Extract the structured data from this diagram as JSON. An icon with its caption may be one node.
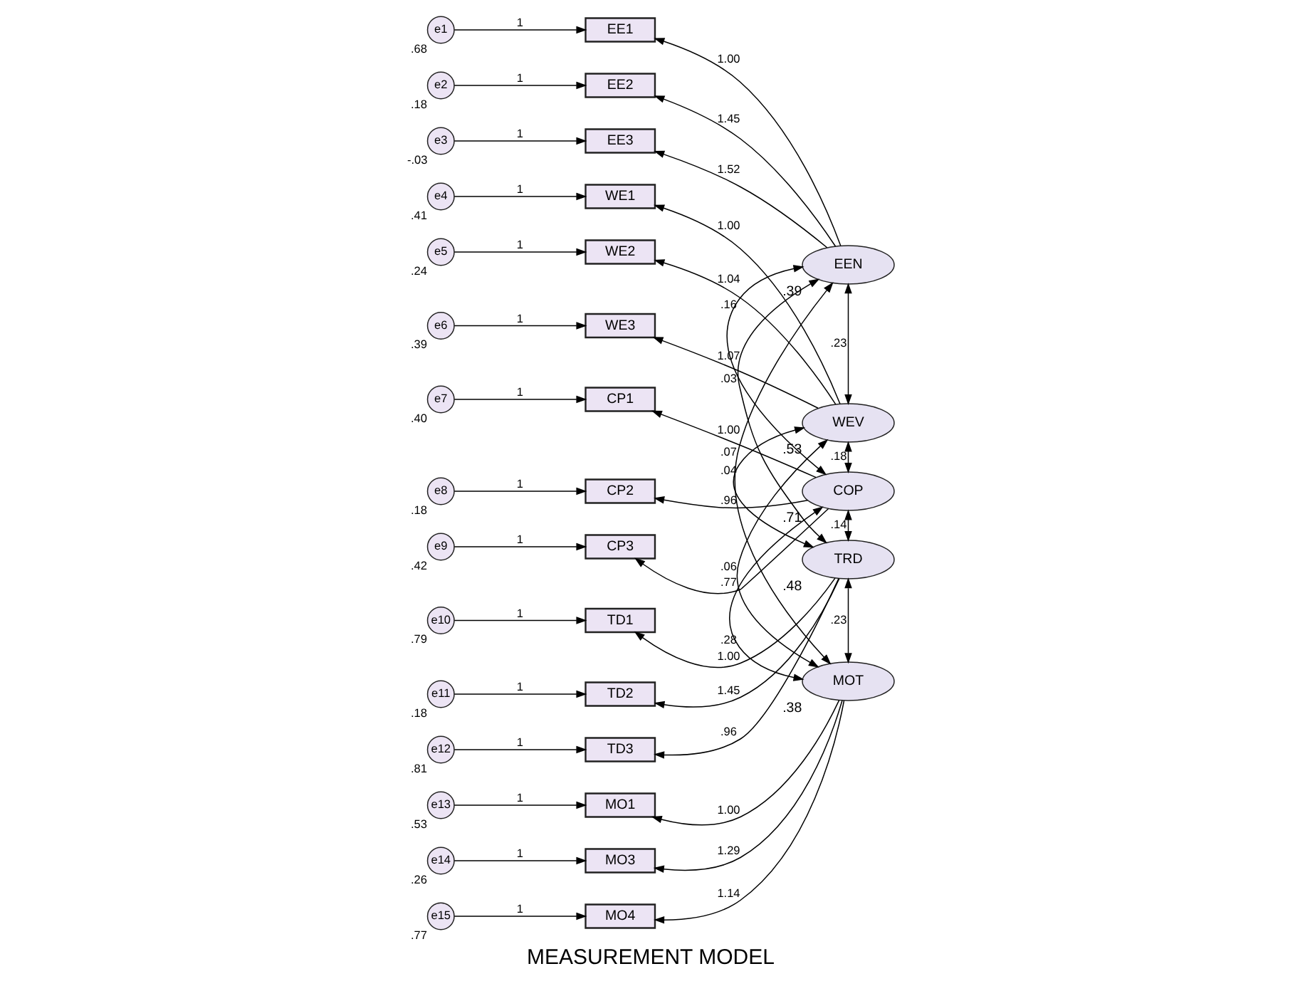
{
  "diagram": {
    "caption": "MEASUREMENT MODEL",
    "nodes": [
      {
        "text": [
          "e1"
        ],
        "beside": [
          ".68"
        ]
      },
      {
        "text": [
          "e2"
        ],
        "beside": [
          ".18"
        ]
      },
      {
        "text": [
          "e3"
        ],
        "beside": [
          "-.03"
        ]
      },
      {
        "text": [
          "e4"
        ],
        "beside": [
          ".41"
        ]
      },
      {
        "text": [
          "e5"
        ],
        "beside": [
          ".24"
        ]
      },
      {
        "text": [
          "e6"
        ],
        "beside": [
          ".39"
        ]
      },
      {
        "text": [
          "e7"
        ],
        "beside": [
          ".40"
        ]
      },
      {
        "text": [
          "e8"
        ],
        "beside": [
          ".18"
        ]
      },
      {
        "text": [
          "e9"
        ],
        "beside": [
          ".42"
        ]
      },
      {
        "text": [
          "e10"
        ],
        "beside": [
          ".79"
        ]
      },
      {
        "text": [
          "e11"
        ],
        "beside": [
          ".18"
        ]
      },
      {
        "text": [
          "e12"
        ],
        "beside": [
          ".81"
        ]
      },
      {
        "text": [
          "e13"
        ],
        "beside": [
          ".53"
        ]
      },
      {
        "text": [
          "e14"
        ],
        "beside": [
          ".26"
        ]
      },
      {
        "text": [
          "e15"
        ],
        "beside": [
          ".77"
        ]
      },
      {
        "text": [
          "EE1"
        ]
      },
      {
        "text": [
          "EE2"
        ]
      },
      {
        "text": [
          "EE3"
        ]
      },
      {
        "text": [
          "WE1"
        ]
      },
      {
        "text": [
          "WE2"
        ]
      },
      {
        "text": [
          "WE3"
        ]
      },
      {
        "text": [
          "CP1"
        ]
      },
      {
        "text": [
          "CP2"
        ]
      },
      {
        "text": [
          "CP3"
        ]
      },
      {
        "text": [
          "TD1"
        ]
      },
      {
        "text": [
          "TD2"
        ]
      },
      {
        "text": [
          "TD3"
        ]
      },
      {
        "text": [
          "MO1"
        ]
      },
      {
        "text": [
          "MO3"
        ]
      },
      {
        "text": [
          "MO4"
        ]
      },
      {
        "text": [
          "EEN"
        ],
        "beside": [
          ".39"
        ]
      },
      {
        "text": [
          "WEV"
        ],
        "beside": [
          ".53"
        ]
      },
      {
        "text": [
          "COP"
        ],
        "beside": [
          ".71"
        ]
      },
      {
        "text": [
          "TRD"
        ],
        "beside": [
          ".48"
        ]
      },
      {
        "text": [
          "MOT"
        ],
        "beside": [
          ".38"
        ]
      }
    ],
    "edges": [
      {
        "from": 0,
        "to": 15,
        "arrow": "to",
        "label": "1"
      },
      {
        "from": 1,
        "to": 16,
        "arrow": "to",
        "label": "1"
      },
      {
        "from": 2,
        "to": 17,
        "arrow": "to",
        "label": "1"
      },
      {
        "from": 3,
        "to": 18,
        "arrow": "to",
        "label": "1"
      },
      {
        "from": 4,
        "to": 19,
        "arrow": "to",
        "label": "1"
      },
      {
        "from": 5,
        "to": 20,
        "arrow": "to",
        "label": "1"
      },
      {
        "from": 6,
        "to": 21,
        "arrow": "to",
        "label": "1"
      },
      {
        "from": 7,
        "to": 22,
        "arrow": "to",
        "label": "1"
      },
      {
        "from": 8,
        "to": 23,
        "arrow": "to",
        "label": "1"
      },
      {
        "from": 9,
        "to": 24,
        "arrow": "to",
        "label": "1"
      },
      {
        "from": 10,
        "to": 25,
        "arrow": "to",
        "label": "1"
      },
      {
        "from": 11,
        "to": 26,
        "arrow": "to",
        "label": "1"
      },
      {
        "from": 12,
        "to": 27,
        "arrow": "to",
        "label": "1"
      },
      {
        "from": 13,
        "to": 28,
        "arrow": "to",
        "label": "1"
      },
      {
        "from": 14,
        "to": 29,
        "arrow": "to",
        "label": "1"
      },
      {
        "from": 30,
        "to": 15,
        "arrow": "to",
        "label": "1.00"
      },
      {
        "from": 30,
        "to": 16,
        "arrow": "to",
        "label": "1.45"
      },
      {
        "from": 30,
        "to": 17,
        "arrow": "to",
        "label": "1.52"
      },
      {
        "from": 31,
        "to": 18,
        "arrow": "to",
        "label": "1.00"
      },
      {
        "from": 31,
        "to": 19,
        "arrow": "to",
        "label": "1.04"
      },
      {
        "from": 31,
        "to": 20,
        "arrow": "to",
        "label": "1.07"
      },
      {
        "from": 32,
        "to": 21,
        "arrow": "to",
        "label": "1.00"
      },
      {
        "from": 32,
        "to": 22,
        "arrow": "to",
        "label": ".96"
      },
      {
        "from": 32,
        "to": 23,
        "arrow": "to",
        "label": ".77"
      },
      {
        "from": 33,
        "to": 24,
        "arrow": "to",
        "label": "1.00"
      },
      {
        "from": 33,
        "to": 25,
        "arrow": "to",
        "label": "1.45"
      },
      {
        "from": 33,
        "to": 26,
        "arrow": "to",
        "label": ".96"
      },
      {
        "from": 34,
        "to": 27,
        "arrow": "to",
        "label": "1.00"
      },
      {
        "from": 34,
        "to": 28,
        "arrow": "to",
        "label": "1.29"
      },
      {
        "from": 34,
        "to": 29,
        "arrow": "to",
        "label": "1.14"
      },
      {
        "from": 30,
        "to": 31,
        "arrow": "both",
        "label": ".23"
      },
      {
        "from": 30,
        "to": 32,
        "arrow": "both",
        "label": ".16"
      },
      {
        "from": 30,
        "to": 33,
        "arrow": "both",
        "label": ".03"
      },
      {
        "from": 30,
        "to": 34,
        "arrow": "both",
        "label": ".07"
      },
      {
        "from": 31,
        "to": 32,
        "arrow": "both",
        "label": ".18"
      },
      {
        "from": 31,
        "to": 33,
        "arrow": "both",
        "label": ".04"
      },
      {
        "from": 31,
        "to": 34,
        "arrow": "both",
        "label": ".06"
      },
      {
        "from": 32,
        "to": 33,
        "arrow": "both",
        "label": ".14"
      },
      {
        "from": 32,
        "to": 34,
        "arrow": "both",
        "label": ".28"
      },
      {
        "from": 33,
        "to": 34,
        "arrow": "both",
        "label": ".23"
      }
    ]
  }
}
